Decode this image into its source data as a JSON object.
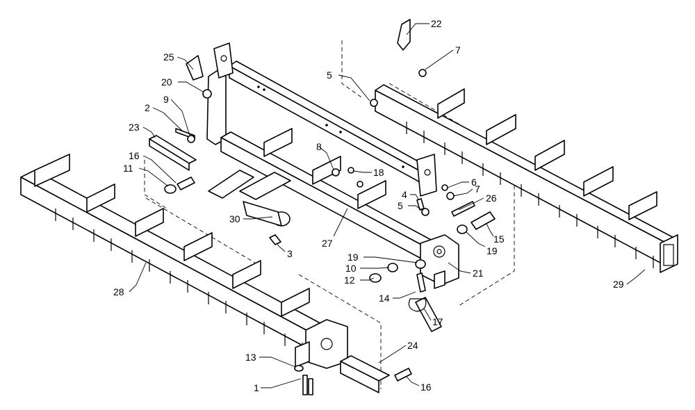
{
  "callouts": [
    {
      "id": "c22",
      "text": "22"
    },
    {
      "id": "c7a",
      "text": "7"
    },
    {
      "id": "c5a",
      "text": "5"
    },
    {
      "id": "c25",
      "text": "25"
    },
    {
      "id": "c20",
      "text": "20"
    },
    {
      "id": "c9",
      "text": "9"
    },
    {
      "id": "c2",
      "text": "2"
    },
    {
      "id": "c23",
      "text": "23"
    },
    {
      "id": "c8",
      "text": "8"
    },
    {
      "id": "c18",
      "text": "18"
    },
    {
      "id": "c16a",
      "text": "16"
    },
    {
      "id": "c11",
      "text": "11"
    },
    {
      "id": "c4",
      "text": "4"
    },
    {
      "id": "c6",
      "text": "6"
    },
    {
      "id": "c7b",
      "text": "7"
    },
    {
      "id": "c26",
      "text": "26"
    },
    {
      "id": "c5b",
      "text": "5"
    },
    {
      "id": "c30",
      "text": "30"
    },
    {
      "id": "c27",
      "text": "27"
    },
    {
      "id": "c15",
      "text": "15"
    },
    {
      "id": "c3",
      "text": "3"
    },
    {
      "id": "c19a",
      "text": "19"
    },
    {
      "id": "c19b",
      "text": "19"
    },
    {
      "id": "c10",
      "text": "10"
    },
    {
      "id": "c21",
      "text": "21"
    },
    {
      "id": "c12",
      "text": "12"
    },
    {
      "id": "c28",
      "text": "28"
    },
    {
      "id": "c29",
      "text": "29"
    },
    {
      "id": "c14",
      "text": "14"
    },
    {
      "id": "c17",
      "text": "17"
    },
    {
      "id": "c24",
      "text": "24"
    },
    {
      "id": "c13",
      "text": "13"
    },
    {
      "id": "c1",
      "text": "1"
    },
    {
      "id": "c16b",
      "text": "16"
    }
  ]
}
